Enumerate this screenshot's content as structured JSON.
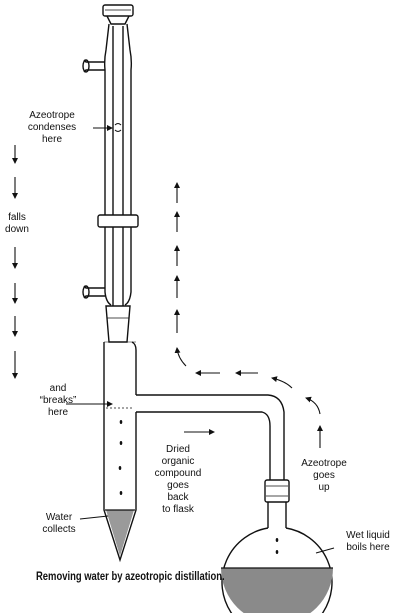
{
  "labels": {
    "azeotrope_condenses": "Azeotrope\ncondenses\nhere",
    "falls_down": "falls\ndown",
    "breaks": "and\n“breaks”\nhere",
    "dried": "Dried\norganic\ncompound\ngoes\nback\nto flask",
    "azeotrope_up": "Azeotrope\ngoes\nup",
    "water_collects": "Water\ncollects",
    "wet_liquid": "Wet liquid\nboils here"
  },
  "caption": "Removing water by azeotropic distillation."
}
